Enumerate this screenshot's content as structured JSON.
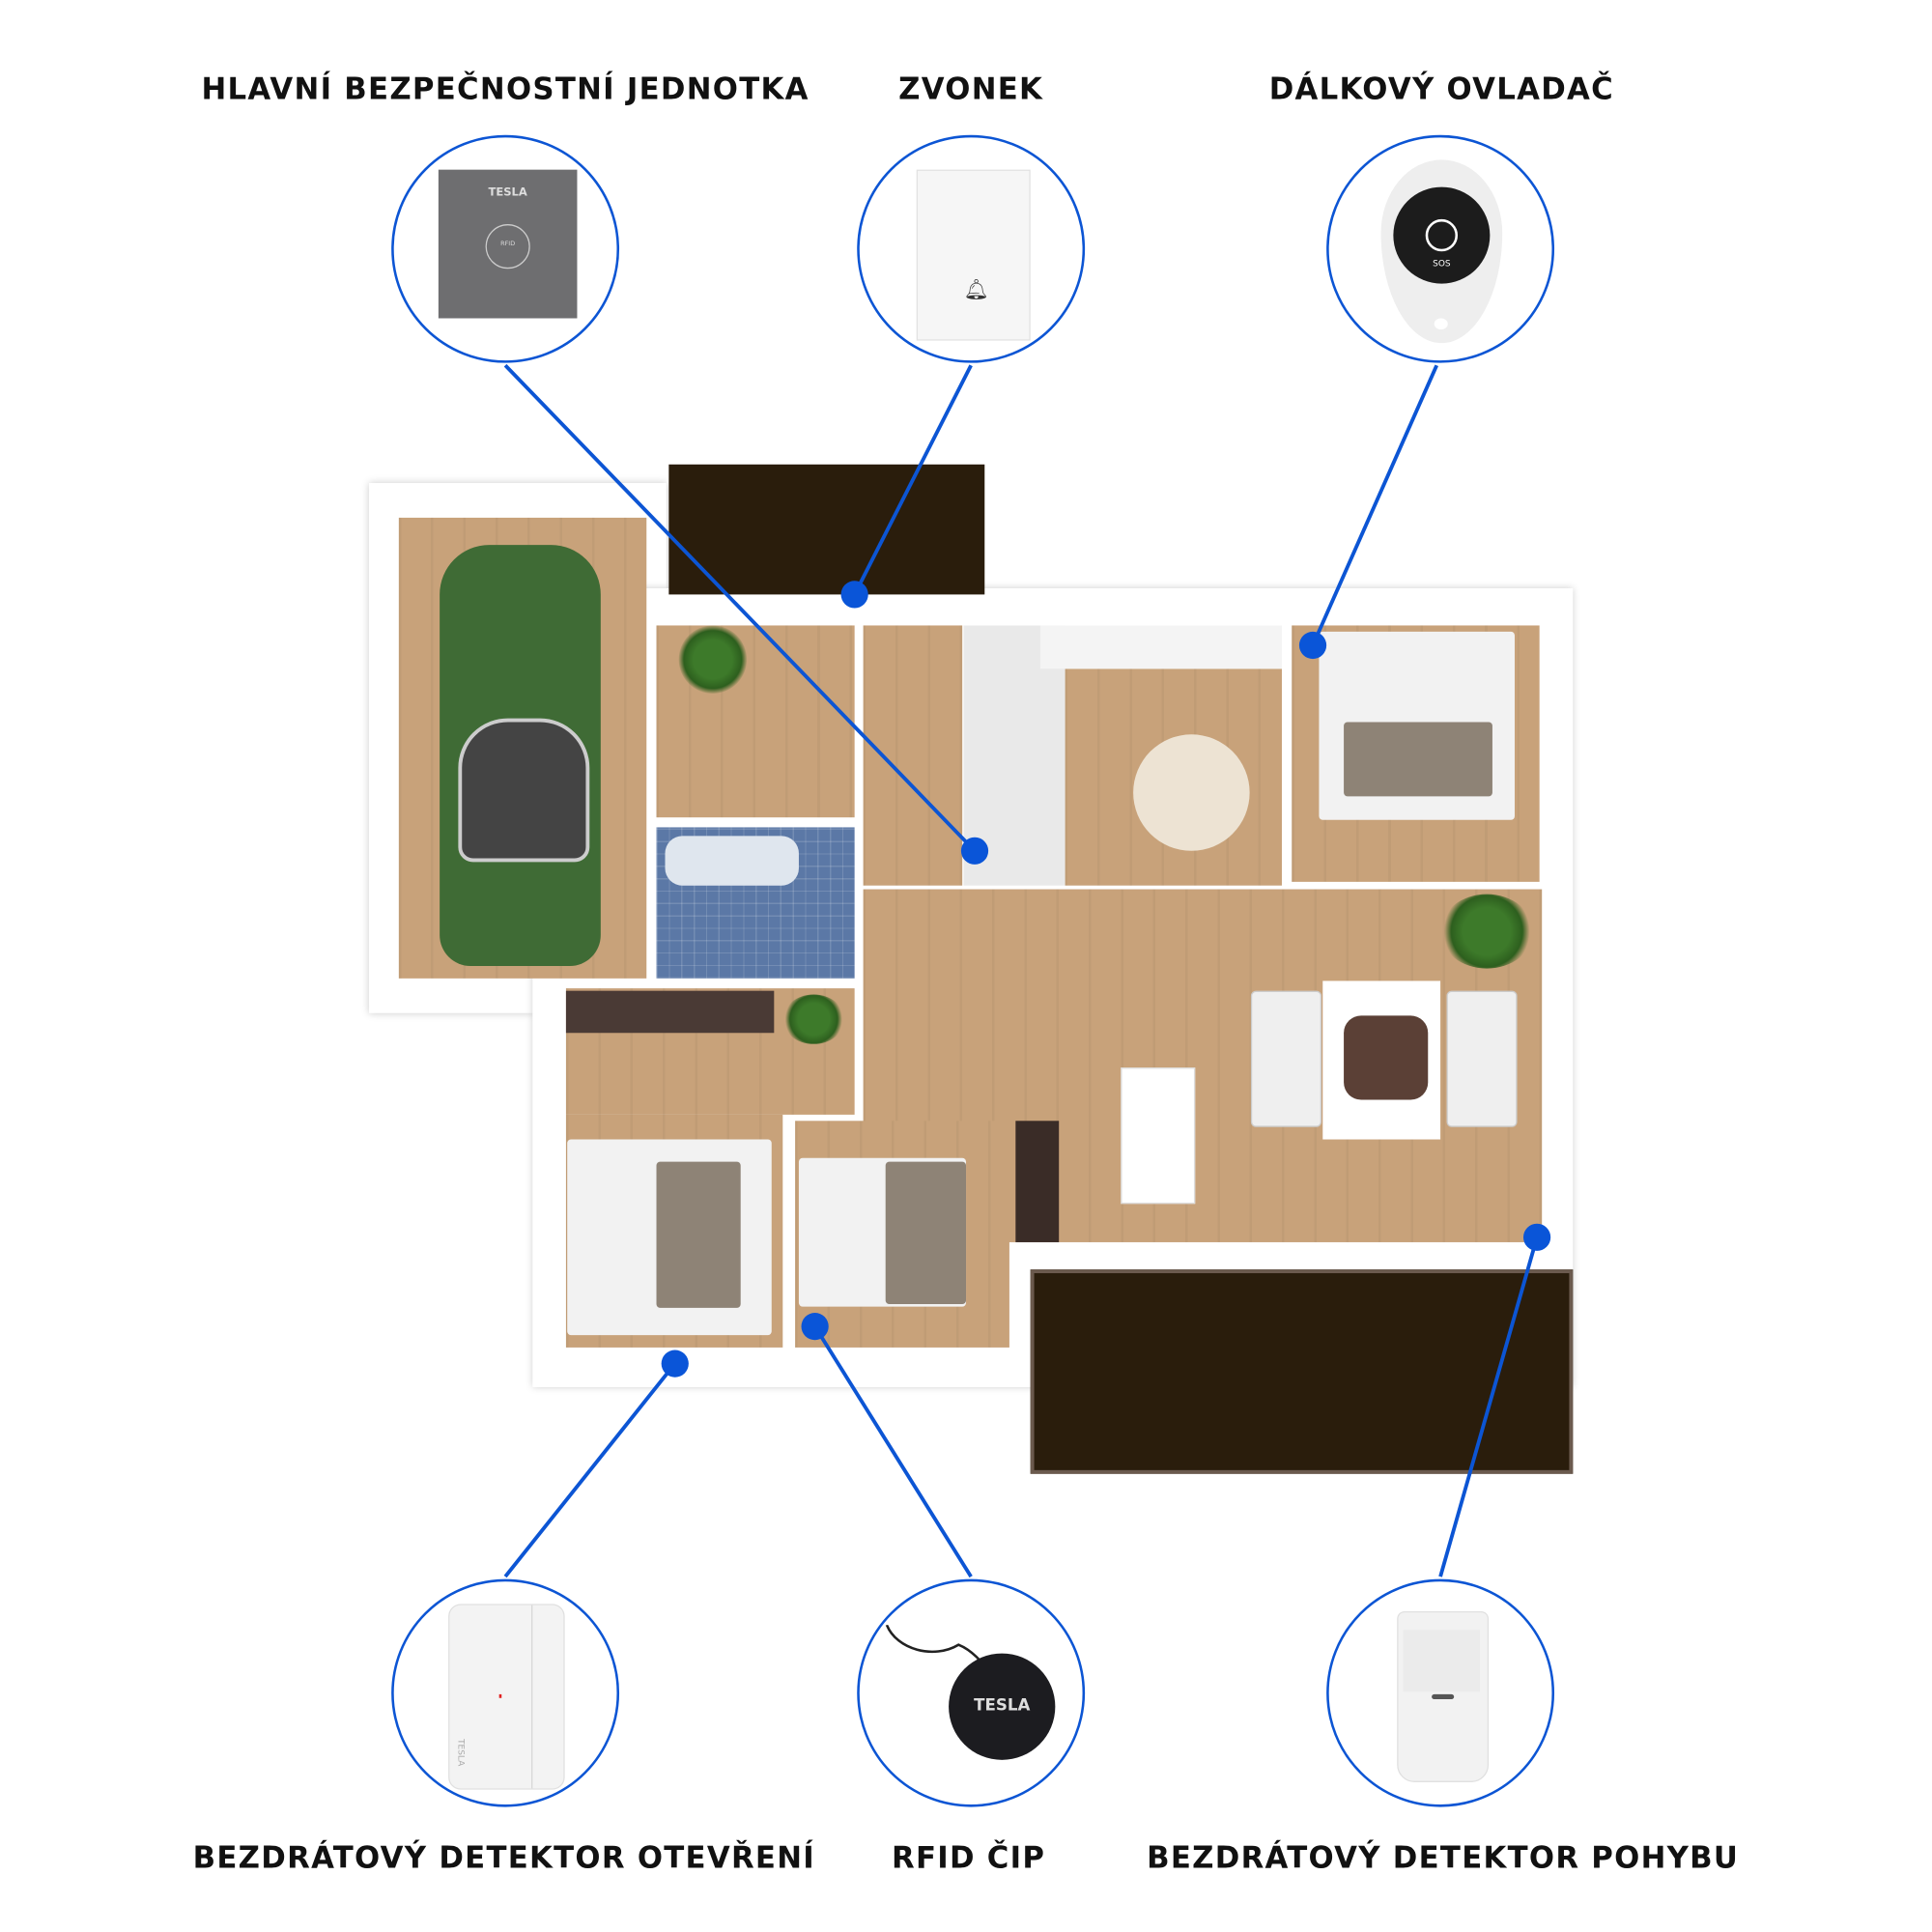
{
  "devices": {
    "top": [
      {
        "label": "HLAVNÍ BEZPEČNOSTNÍ JEDNOTKA",
        "product_text": "TESLA",
        "product_subtext": "RFID"
      },
      {
        "label": "ZVONEK"
      },
      {
        "label": "DÁLKOVÝ OVLADAČ",
        "product_text": "SOS"
      }
    ],
    "bottom": [
      {
        "label": "BEZDRÁTOVÝ DETEKTOR OTEVŘENÍ",
        "product_text": "TESLA"
      },
      {
        "label": "RFID ČIP",
        "product_text": "TESLA"
      },
      {
        "label": "BEZDRÁTOVÝ DETEKTOR POHYBU"
      }
    ]
  },
  "colors": {
    "accent": "#0a55d8",
    "wood": "#c8a27a",
    "car": "#3f6b35"
  }
}
